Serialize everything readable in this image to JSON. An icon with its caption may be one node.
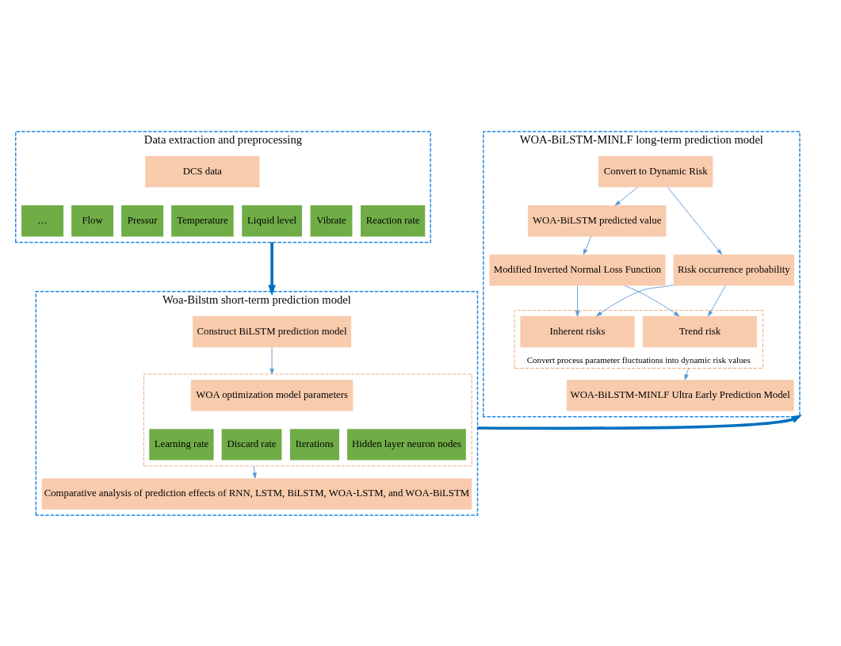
{
  "diagram": {
    "nodes": [
      {
        "text": [
          "Data extraction and preprocessing"
        ]
      },
      {
        "text": [
          "DCS data"
        ],
        "in": 0
      },
      {
        "text": [
          "Flow"
        ],
        "in": 0
      },
      {
        "text": [
          "Pressur"
        ],
        "in": 0
      },
      {
        "text": [
          "Temperature"
        ],
        "in": 0
      },
      {
        "text": [
          "Liquid level"
        ],
        "in": 0
      },
      {
        "text": [
          "Vibrate"
        ],
        "in": 0
      },
      {
        "text": [
          "Reaction rate"
        ],
        "in": 0
      },
      {
        "text": [
          "…"
        ],
        "in": 0
      },
      {
        "text": [
          "Woa-Bilstm short-term prediction model"
        ]
      },
      {
        "text": [
          "Construct BiLSTM prediction model"
        ],
        "in": 9
      },
      {
        "text": [],
        "shape": "box",
        "in": 9
      },
      {
        "text": [
          "WOA optimization model parameters"
        ],
        "in": 11
      },
      {
        "text": [
          "Learning rate"
        ],
        "in": 11
      },
      {
        "text": [
          "Discard rate"
        ],
        "in": 11
      },
      {
        "text": [
          "Iterations"
        ],
        "in": 11
      },
      {
        "text": [
          "Hidden layer neuron nodes"
        ],
        "in": 11
      },
      {
        "text": [
          "Comparative analysis of prediction effects of RNN, LSTM, BiLSTM, WOA-LSTM, and WOA-BiLSTM"
        ],
        "in": 9
      },
      {
        "text": [
          "WOA-BiLSTM-MINLF long-term prediction model"
        ]
      },
      {
        "text": [
          "Convert to Dynamic Risk"
        ],
        "in": 18
      },
      {
        "text": [
          "WOA-BiLSTM predicted value"
        ],
        "in": 18
      },
      {
        "text": [
          "Risk occurrence probability"
        ],
        "in": 18
      },
      {
        "text": [
          "Modified Inverted Normal Loss Function"
        ],
        "in": 18
      },
      {
        "text": [
          "Convert process parameter fluctuations into dynamic risk values"
        ],
        "in": 18
      },
      {
        "text": [
          "Inherent risks"
        ],
        "in": 23
      },
      {
        "text": [
          "Trend risk"
        ],
        "in": 23
      },
      {
        "text": [
          "WOA-BiLSTM-MINLF Ultra Early Prediction Model"
        ],
        "in": 18
      }
    ],
    "edges": [
      {
        "from": 0,
        "to": 9,
        "arrow": "to",
        "style": "thick",
        "color": "#0070c0"
      },
      {
        "from": 10,
        "to": 11,
        "arrow": "to"
      },
      {
        "from": 11,
        "to": 17,
        "arrow": "to"
      },
      {
        "from": 9,
        "to": 18,
        "arrow": "to",
        "style": "thick",
        "color": "#0070c0"
      },
      {
        "from": 19,
        "to": 20,
        "arrow": "to"
      },
      {
        "from": 19,
        "to": 21,
        "arrow": "to"
      },
      {
        "from": 20,
        "to": 22,
        "arrow": "to"
      },
      {
        "from": 22,
        "to": 24,
        "arrow": "to"
      },
      {
        "from": 22,
        "to": 25,
        "arrow": "to"
      },
      {
        "from": 21,
        "to": 24,
        "arrow": "to"
      },
      {
        "from": 21,
        "to": 25,
        "arrow": "to"
      },
      {
        "from": 23,
        "to": 26,
        "arrow": "to"
      }
    ]
  }
}
